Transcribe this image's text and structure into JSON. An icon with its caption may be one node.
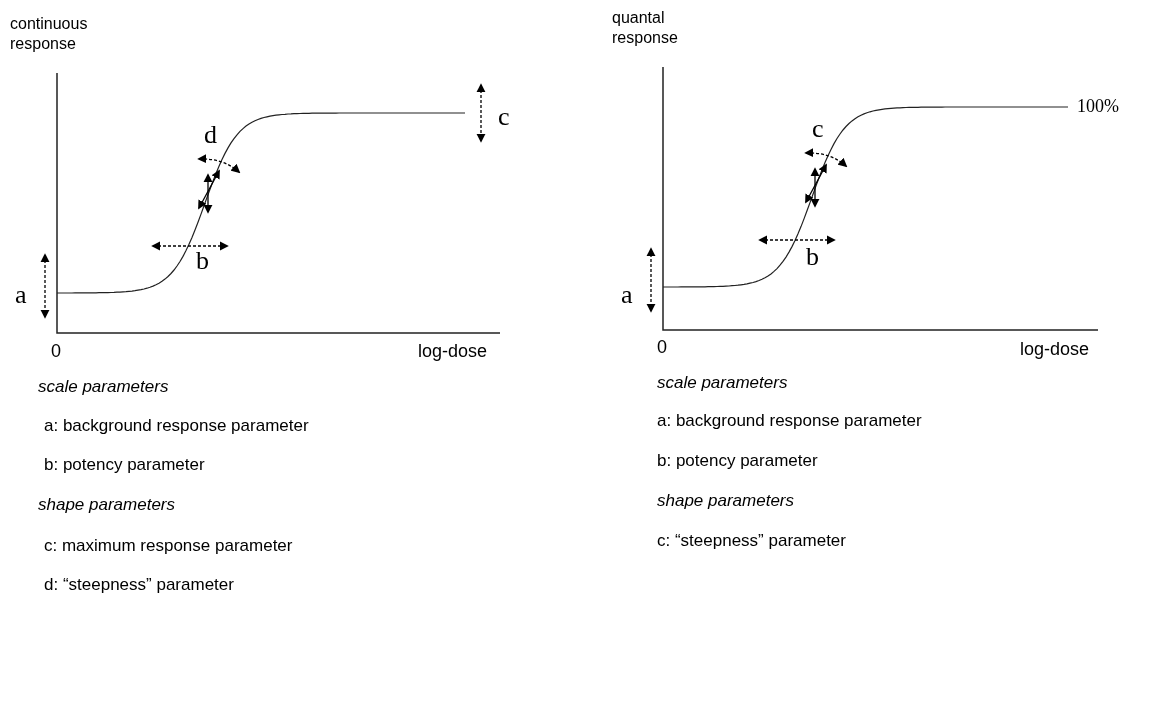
{
  "diagram": {
    "labels": [
      "continuous response",
      "d",
      "c",
      "b",
      "a",
      "0",
      "log-dose",
      "scale parameters",
      "a: background response parameter",
      "b: potency parameter",
      "shape parameters",
      "c: maximum response parameter",
      "d: “steepness” parameter",
      "quantal response",
      "100%",
      "c",
      "b",
      "a",
      "0",
      "log-dose",
      "scale parameters",
      "a: background response parameter",
      "b: potency parameter",
      "shape parameters",
      "c: “steepness” parameter"
    ]
  }
}
